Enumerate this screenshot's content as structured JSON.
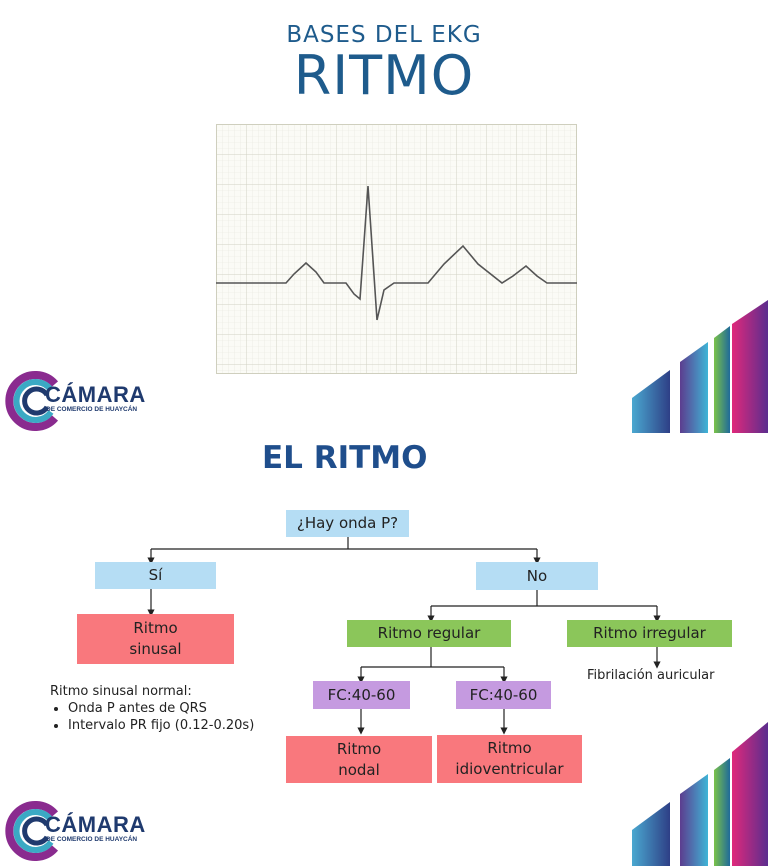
{
  "header": {
    "subtitle": "BASES DEL EKG",
    "title": "RITMO"
  },
  "section_title": "EL RITMO",
  "flowchart": {
    "root": "¿Hay onda P?",
    "yes": "Sí",
    "no": "No",
    "sinus": [
      "Ritmo",
      "sinusal"
    ],
    "regular": "Ritmo regular",
    "irregular": "Ritmo irregular",
    "afib": "Fibrilación auricular",
    "fc_left": "FC:40-60",
    "fc_right": "FC:40-60",
    "nodal": [
      "Ritmo",
      "nodal"
    ],
    "idio": [
      "Ritmo",
      "idioventricular"
    ]
  },
  "sinus_note": {
    "heading": "Ritmo sinusal normal:",
    "bullets": [
      "Onda P antes de QRS",
      "Intervalo PR fijo (0.12-0.20s)"
    ]
  },
  "logo": {
    "name": "CÁMARA",
    "subtitle": "DE COMERCIO DE HUAYCÁN"
  },
  "colors": {
    "title": "#1e5b8c",
    "node_blue": "#b5ddf4",
    "node_red": "#f9787d",
    "node_green": "#8bc65a",
    "node_purple": "#c59ae0"
  }
}
